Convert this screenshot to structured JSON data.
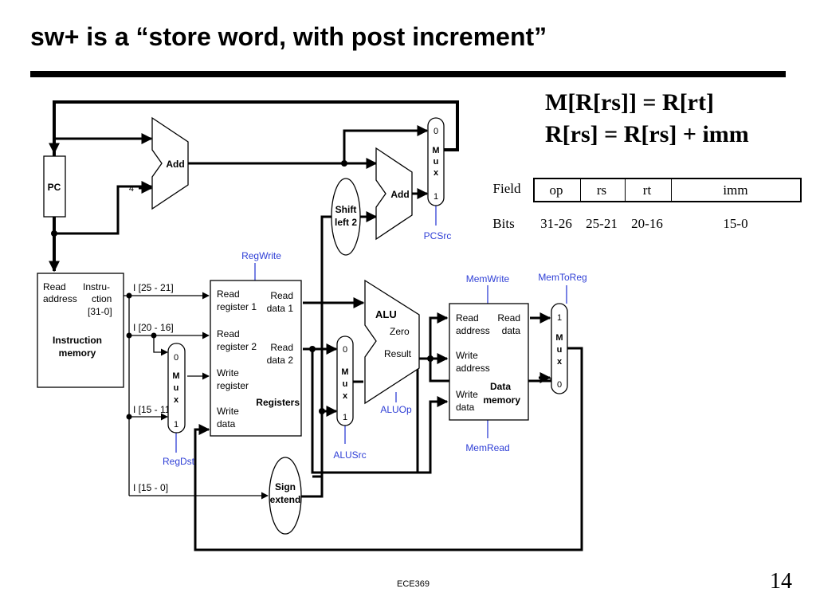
{
  "slide": {
    "title": "sw+ is a “store word, with post increment”",
    "equations": [
      "M[R[rs]] = R[rt]",
      "R[rs] = R[rs] + imm"
    ],
    "footer": "ECE369",
    "page_number": "14"
  },
  "instruction_format": {
    "row_labels": [
      "Field",
      "Bits"
    ],
    "fields": [
      {
        "name": "op",
        "bits": "31-26"
      },
      {
        "name": "rs",
        "bits": "25-21"
      },
      {
        "name": "rt",
        "bits": "20-16"
      },
      {
        "name": "imm",
        "bits": "15-0"
      }
    ]
  },
  "datapath": {
    "pc": "PC",
    "const_four": "4",
    "adder": "Add",
    "adder2": "Add",
    "shift": [
      "Shift",
      "left 2"
    ],
    "pc_mux": [
      "0",
      "M",
      "u",
      "x",
      "1"
    ],
    "pcsrc": "PCSrc",
    "imem": [
      "Read",
      "address",
      "Instru-",
      "ction",
      "[31-0]",
      "Instruction",
      "memory"
    ],
    "field_labels": [
      "I [25 - 21]",
      "I [20 - 16]",
      "I [15 - 11]",
      "I [15 - 0]"
    ],
    "regdst_mux": [
      "0",
      "M",
      "u",
      "x",
      "1"
    ],
    "regdst": "RegDst",
    "regwrite": "RegWrite",
    "registers": [
      "Read",
      "register 1",
      "Read",
      "register 2",
      "Write",
      "register",
      "Write",
      "data",
      "Read",
      "data 1",
      "Read",
      "data 2",
      "Registers"
    ],
    "alusrc_mux": [
      "0",
      "M",
      "u",
      "x",
      "1"
    ],
    "alusrc": "ALUSrc",
    "sign_extend": [
      "Sign",
      "extend"
    ],
    "alu": [
      "ALU",
      "Zero",
      "Result"
    ],
    "aluop": "ALUOp",
    "memwrite": "MemWrite",
    "memread": "MemRead",
    "dmem": [
      "Read",
      "address",
      "Write",
      "address",
      "Write",
      "data",
      "Read",
      "data",
      "Data",
      "memory"
    ],
    "memtoreg": "MemToReg",
    "memtoreg_mux": [
      "1",
      "M",
      "u",
      "x",
      "0"
    ]
  },
  "colors": {
    "control": "#2f3fd6",
    "ink": "#000000"
  }
}
